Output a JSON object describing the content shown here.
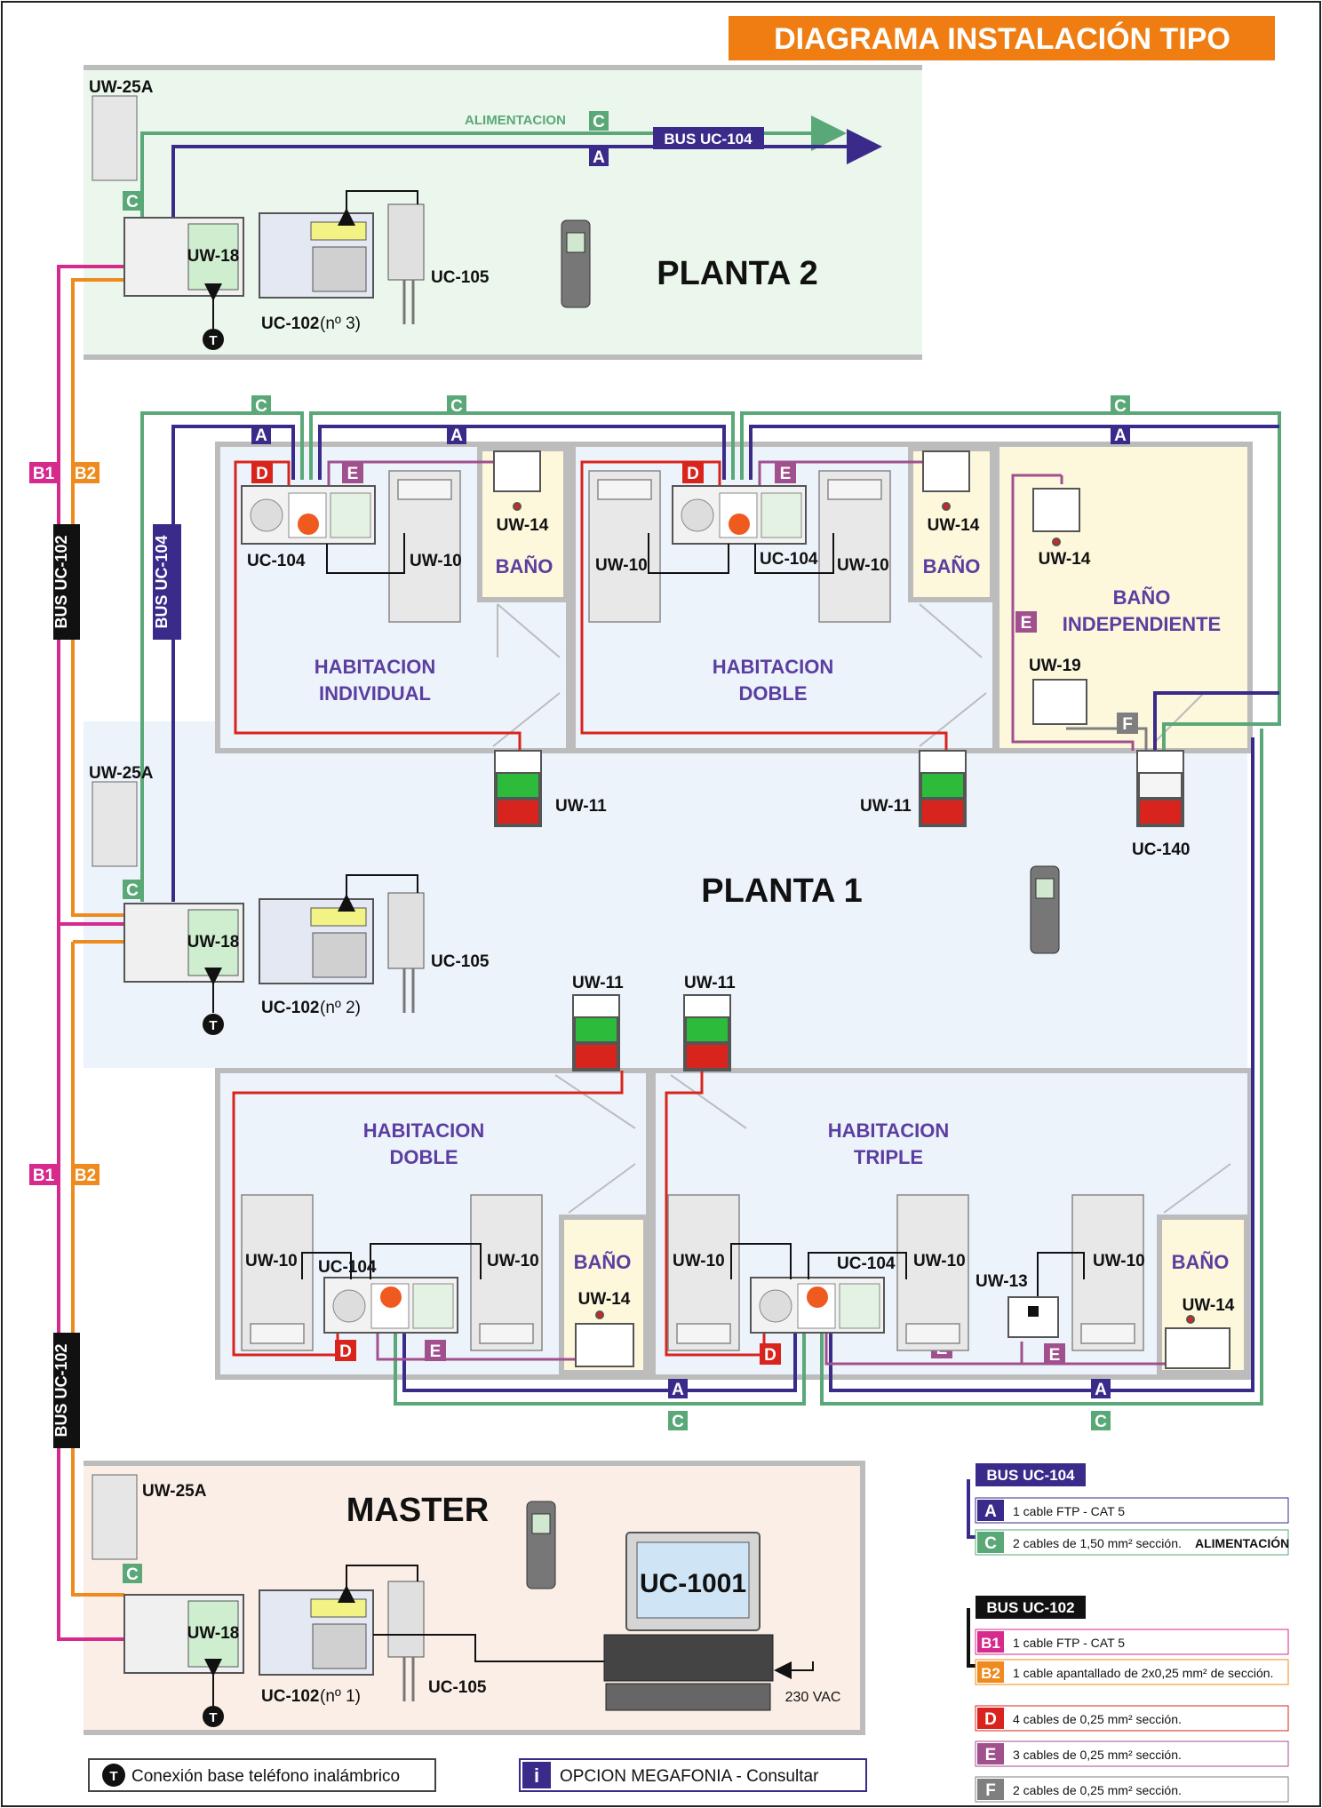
{
  "title": "DIAGRAMA INSTALACIÓN TIPO",
  "colors": {
    "A": "#3a2a8a",
    "C": "#5aa878",
    "B1": "#d62a8c",
    "B2": "#ef8a1e",
    "D": "#d9241e",
    "E": "#a1508e",
    "F": "#7f7f7f",
    "title_bg": "#ef7d12",
    "planta2_bg": "#ebf6ec",
    "planta1_bg": "#edf3fb",
    "master_bg": "#fbeee6",
    "bano_bg": "#fdf7dc"
  },
  "zones": {
    "planta2": "PLANTA 2",
    "planta1": "PLANTA 1",
    "master": "MASTER"
  },
  "rooms": {
    "hab_individual": [
      "HABITACION",
      "INDIVIDUAL"
    ],
    "hab_doble_top": [
      "HABITACION",
      "DOBLE"
    ],
    "bano_indep": [
      "BAÑO",
      "INDEPENDIENTE"
    ],
    "hab_doble_bottom": [
      "HABITACION",
      "DOBLE"
    ],
    "hab_triple": [
      "HABITACION",
      "TRIPLE"
    ],
    "bano": "BAÑO"
  },
  "devices": {
    "uw25a": "UW-25A",
    "uw18": "UW-18",
    "uc102": "UC-102",
    "uc102_n3": "(nº 3)",
    "uc102_n2": "(nº 2)",
    "uc102_n1": "(nº 1)",
    "uc105": "UC-105",
    "uc104": "UC-104",
    "uw10": "UW-10",
    "uw14": "UW-14",
    "uw11": "UW-11",
    "uw19": "UW-19",
    "uc140": "UC-140",
    "uw13": "UW-13",
    "uc1001": "UC-1001",
    "vac": "230 VAC"
  },
  "lines": {
    "alimentacion": "ALIMENTACION",
    "bus_uc104": "BUS UC-104",
    "bus_uc102": "BUS UC-102"
  },
  "letters": {
    "A": "A",
    "B1": "B1",
    "B2": "B2",
    "C": "C",
    "D": "D",
    "E": "E",
    "F": "F",
    "T": "T",
    "i": "i"
  },
  "legend": {
    "bus104_title": "BUS UC-104",
    "A": "1 cable FTP - CAT 5",
    "C": "2 cables de 1,50 mm² sección.",
    "C_bold": "ALIMENTACIÓN",
    "bus102_title": "BUS UC-102",
    "B1": "1 cable FTP - CAT 5",
    "B2": "1 cable apantallado de 2x0,25 mm² de sección.",
    "D": "4 cables de 0,25 mm² sección.",
    "E": "3 cables de 0,25 mm² sección.",
    "F": "2 cables de 0,25 mm² sección."
  },
  "footer": {
    "telefono": "Conexión base teléfono inalámbrico",
    "megafonia": "OPCION MEGAFONIA - Consultar"
  }
}
